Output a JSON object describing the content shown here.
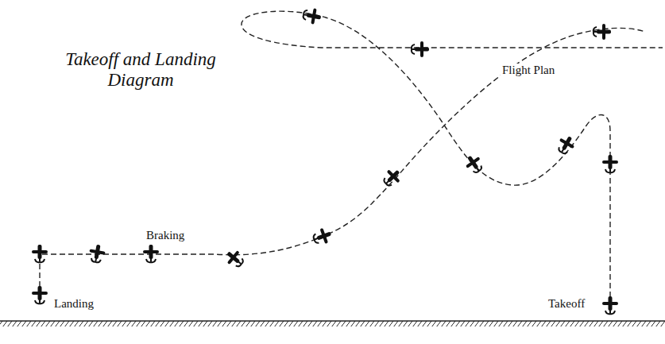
{
  "diagram": {
    "title": "Takeoff and Landing Diagram",
    "labels": [
      "Flight Plan",
      "Braking",
      "Landing",
      "Takeoff"
    ]
  }
}
